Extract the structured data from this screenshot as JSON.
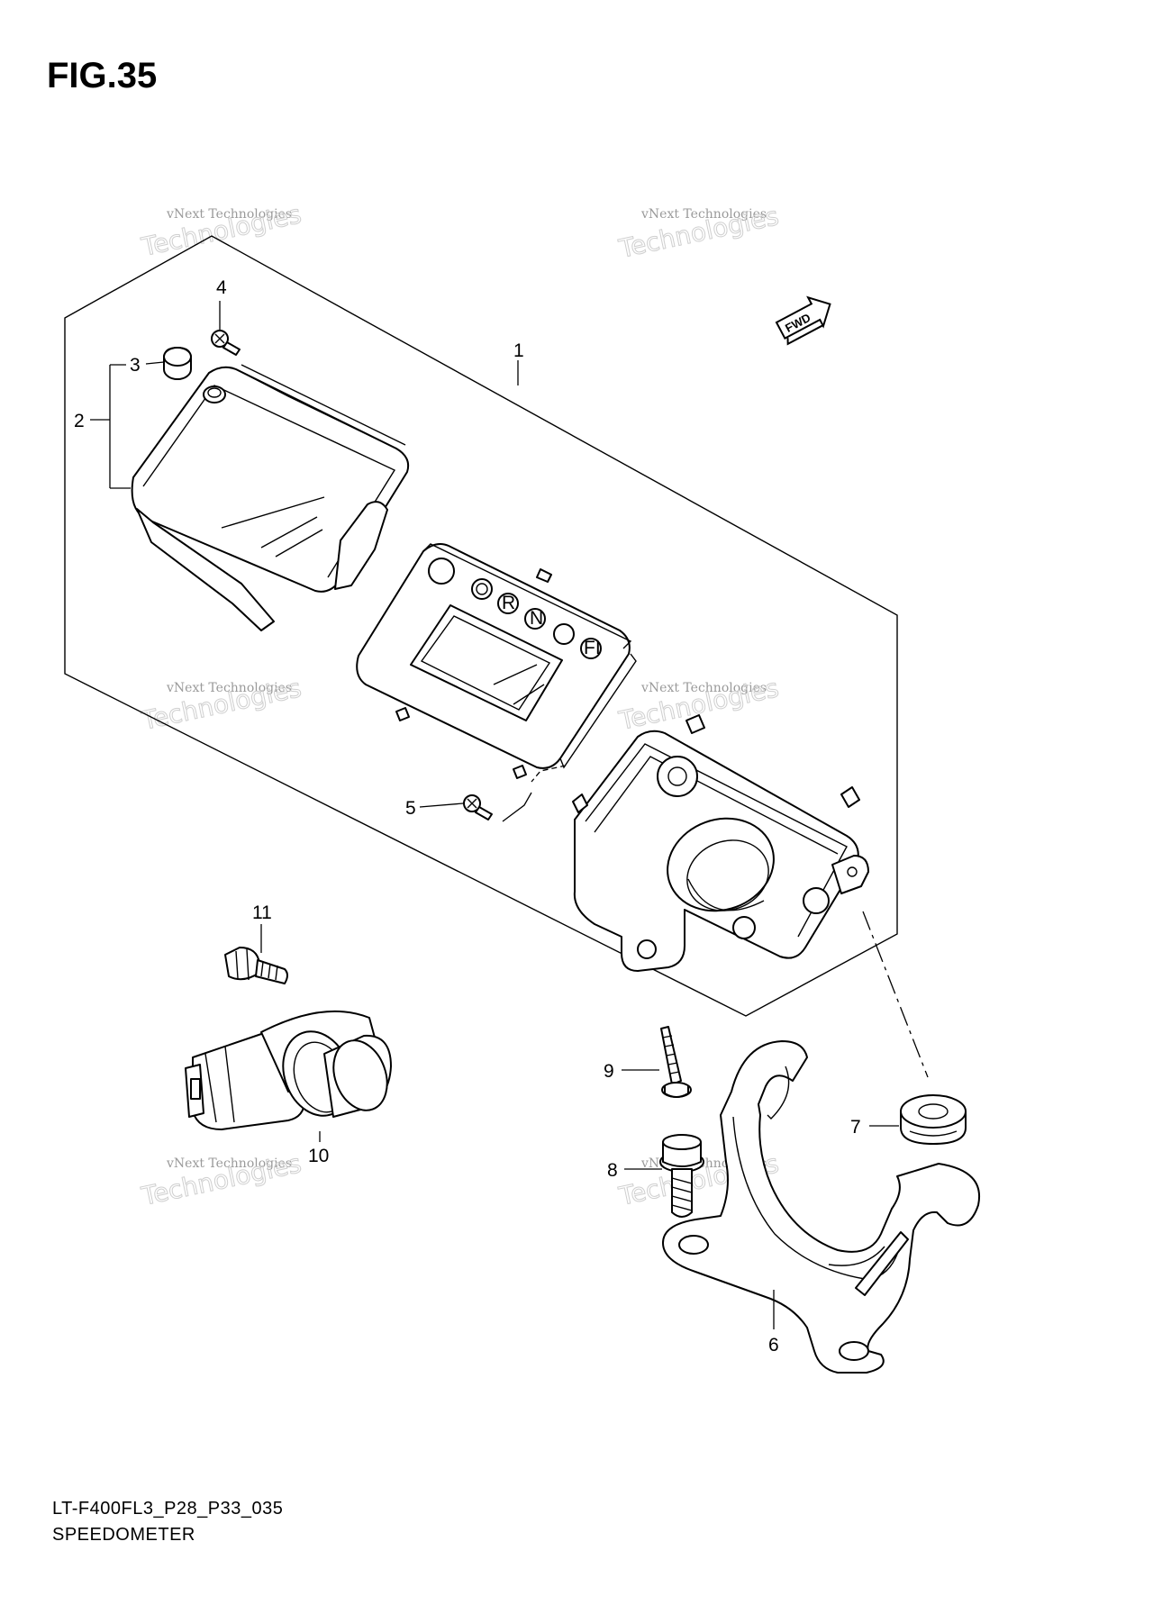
{
  "figure": {
    "title": "FIG.35"
  },
  "caption": {
    "code": "LT-F400FL3_P28_P33_035",
    "name": "SPEEDOMETER"
  },
  "direction_badge": "FWD",
  "callouts": {
    "c1": "1",
    "c2": "2",
    "c3": "3",
    "c4": "4",
    "c5": "5",
    "c6": "6",
    "c7": "7",
    "c8": "8",
    "c9": "9",
    "c10": "10",
    "c11": "11"
  },
  "indicators": {
    "r": "R",
    "n": "N",
    "fi": "FI"
  },
  "watermark": {
    "line1": "vNext Technologies",
    "line2": "Technologies"
  }
}
